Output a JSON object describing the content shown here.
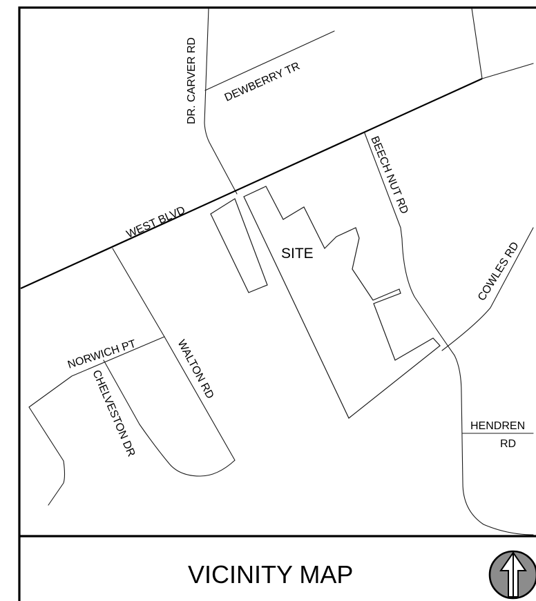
{
  "map": {
    "site_label": "SITE",
    "title": "VICINITY MAP",
    "north_arrow_icon": "north-arrow-icon",
    "roads": {
      "dr_carver": "DR. CARVER RD",
      "dewberry": "DEWBERRY TR",
      "west_blvd": "WEST BLVD",
      "beech_nut": "BEECH NUT RD",
      "cowles": "COWLES RD",
      "norwich": "NORWICH PT",
      "chelveston": "CHELVESTON DR",
      "walton": "WALTON RD",
      "hendren_1": "HENDREN",
      "hendren_2": "RD"
    }
  }
}
